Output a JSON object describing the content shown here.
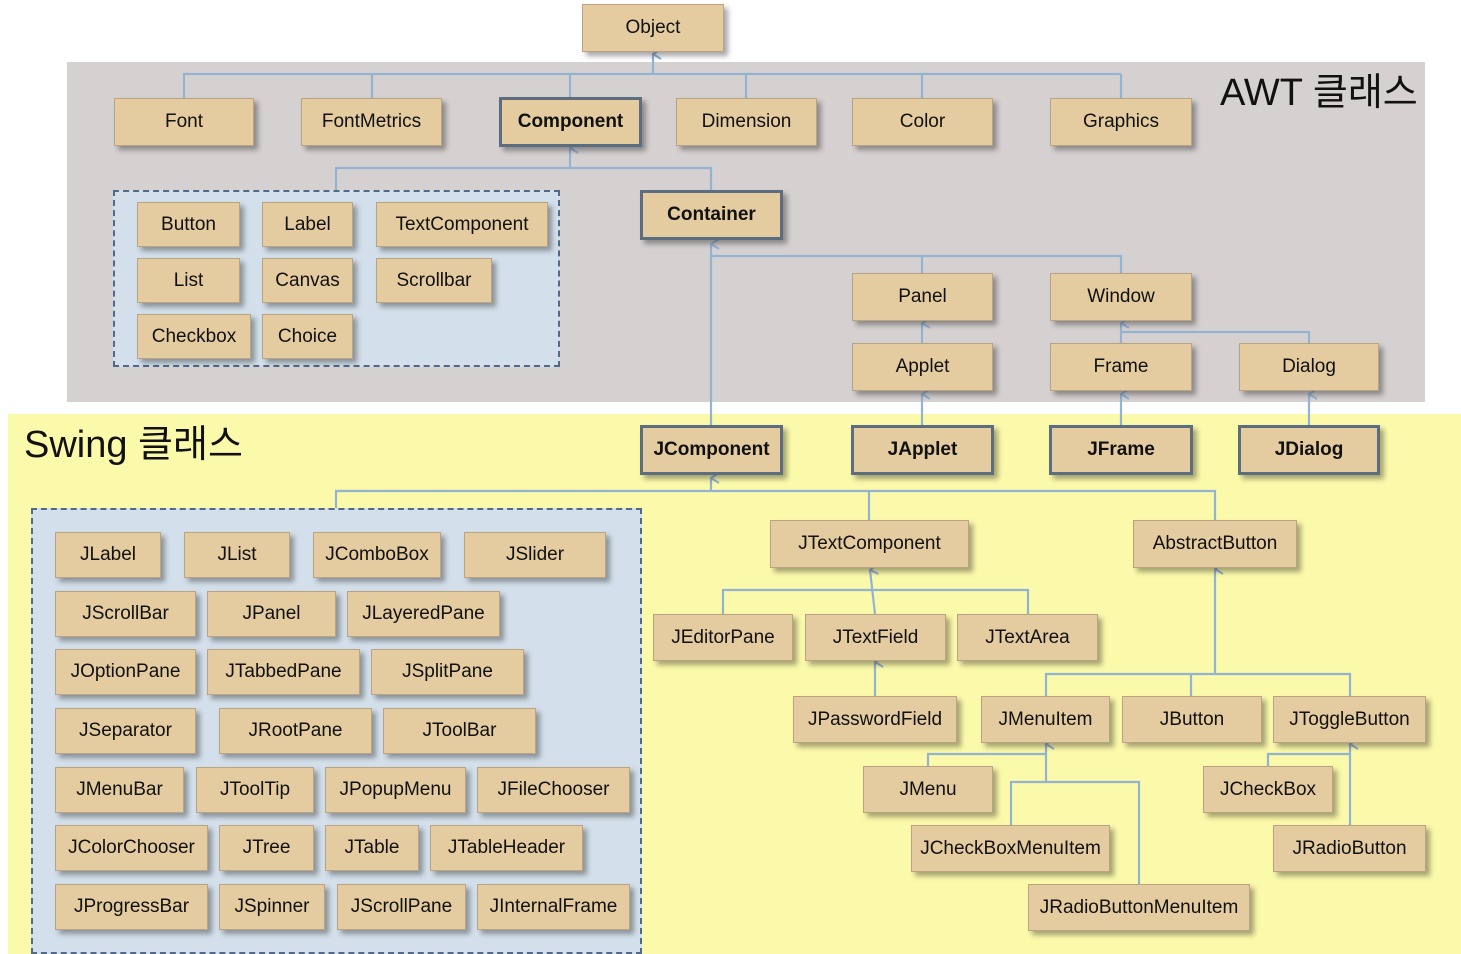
{
  "regions": {
    "awt_label": "AWT 클래스",
    "swing_label": "Swing 클래스"
  },
  "colors": {
    "box_fill": "#e4cca0",
    "box_border": "#b9a383",
    "bold_border": "#5d6d80",
    "awt_background": "#d6d1d1",
    "swing_background": "#fbf9aa",
    "group_background": "#d3dfea",
    "connector": "#93b3d3"
  },
  "nodes": [
    {
      "id": "object",
      "label": "Object"
    },
    {
      "id": "font",
      "label": "Font"
    },
    {
      "id": "fontmetrics",
      "label": "FontMetrics"
    },
    {
      "id": "component",
      "label": "Component",
      "emphasis": true
    },
    {
      "id": "dimension",
      "label": "Dimension"
    },
    {
      "id": "color",
      "label": "Color"
    },
    {
      "id": "graphics",
      "label": "Graphics"
    },
    {
      "id": "button",
      "label": "Button"
    },
    {
      "id": "label",
      "label": "Label"
    },
    {
      "id": "textcomponent",
      "label": "TextComponent"
    },
    {
      "id": "list",
      "label": "List"
    },
    {
      "id": "canvas",
      "label": "Canvas"
    },
    {
      "id": "scrollbar",
      "label": "Scrollbar"
    },
    {
      "id": "checkbox",
      "label": "Checkbox"
    },
    {
      "id": "choice",
      "label": "Choice"
    },
    {
      "id": "container",
      "label": "Container",
      "emphasis": true
    },
    {
      "id": "panel",
      "label": "Panel"
    },
    {
      "id": "window",
      "label": "Window"
    },
    {
      "id": "applet",
      "label": "Applet"
    },
    {
      "id": "frame",
      "label": "Frame"
    },
    {
      "id": "dialog",
      "label": "Dialog"
    },
    {
      "id": "jcomponent",
      "label": "JComponent",
      "emphasis": true
    },
    {
      "id": "japplet",
      "label": "JApplet",
      "emphasis": true
    },
    {
      "id": "jframe",
      "label": "JFrame",
      "emphasis": true
    },
    {
      "id": "jdialog",
      "label": "JDialog",
      "emphasis": true
    },
    {
      "id": "jlabel",
      "label": "JLabel"
    },
    {
      "id": "jlist",
      "label": "JList"
    },
    {
      "id": "jcombobox",
      "label": "JComboBox"
    },
    {
      "id": "jslider",
      "label": "JSlider"
    },
    {
      "id": "jscrollbar",
      "label": "JScrollBar"
    },
    {
      "id": "jpanel",
      "label": "JPanel"
    },
    {
      "id": "jlayeredpane",
      "label": "JLayeredPane"
    },
    {
      "id": "joptionpane",
      "label": "JOptionPane"
    },
    {
      "id": "jtabbedpane",
      "label": "JTabbedPane"
    },
    {
      "id": "jsplitpane",
      "label": "JSplitPane"
    },
    {
      "id": "jseparator",
      "label": "JSeparator"
    },
    {
      "id": "jrootpane",
      "label": "JRootPane"
    },
    {
      "id": "jtoolbar",
      "label": "JToolBar"
    },
    {
      "id": "jmenubar",
      "label": "JMenuBar"
    },
    {
      "id": "jtooltip",
      "label": "JToolTip"
    },
    {
      "id": "jpopupmenu",
      "label": "JPopupMenu"
    },
    {
      "id": "jfilechooser",
      "label": "JFileChooser"
    },
    {
      "id": "jcolorchooser",
      "label": "JColorChooser"
    },
    {
      "id": "jtree",
      "label": "JTree"
    },
    {
      "id": "jtable",
      "label": "JTable"
    },
    {
      "id": "jtableheader",
      "label": "JTableHeader"
    },
    {
      "id": "jprogressbar",
      "label": "JProgressBar"
    },
    {
      "id": "jspinner",
      "label": "JSpinner"
    },
    {
      "id": "jscrollpane",
      "label": "JScrollPane"
    },
    {
      "id": "jinternalframe",
      "label": "JInternalFrame"
    },
    {
      "id": "jtextcomponent",
      "label": "JTextComponent"
    },
    {
      "id": "abstractbutton",
      "label": "AbstractButton"
    },
    {
      "id": "jeditorpane",
      "label": "JEditorPane"
    },
    {
      "id": "jtextfield",
      "label": "JTextField"
    },
    {
      "id": "jtextarea",
      "label": "JTextArea"
    },
    {
      "id": "jpasswordfield",
      "label": "JPasswordField"
    },
    {
      "id": "jmenuitem",
      "label": "JMenuItem"
    },
    {
      "id": "jbutton",
      "label": "JButton"
    },
    {
      "id": "jtogglebutton",
      "label": "JToggleButton"
    },
    {
      "id": "jmenu",
      "label": "JMenu"
    },
    {
      "id": "jcheckbox",
      "label": "JCheckBox"
    },
    {
      "id": "jcheckboxmenuitem",
      "label": "JCheckBoxMenuItem"
    },
    {
      "id": "jradiobutton",
      "label": "JRadioButton"
    },
    {
      "id": "jradiobuttonmenuitem",
      "label": "JRadioButtonMenuItem"
    }
  ],
  "edges": [
    {
      "from": "font",
      "to": "object"
    },
    {
      "from": "fontmetrics",
      "to": "object"
    },
    {
      "from": "component",
      "to": "object"
    },
    {
      "from": "dimension",
      "to": "object"
    },
    {
      "from": "color",
      "to": "object"
    },
    {
      "from": "graphics",
      "to": "object"
    },
    {
      "from": "awt-component-group",
      "to": "component"
    },
    {
      "from": "container",
      "to": "component"
    },
    {
      "from": "jcomponent",
      "to": "container"
    },
    {
      "from": "panel",
      "to": "container"
    },
    {
      "from": "window",
      "to": "container"
    },
    {
      "from": "applet",
      "to": "panel"
    },
    {
      "from": "frame",
      "to": "window"
    },
    {
      "from": "dialog",
      "to": "window"
    },
    {
      "from": "japplet",
      "to": "applet"
    },
    {
      "from": "jframe",
      "to": "frame"
    },
    {
      "from": "jdialog",
      "to": "dialog"
    },
    {
      "from": "swing-component-group",
      "to": "jcomponent"
    },
    {
      "from": "jtextcomponent",
      "to": "jcomponent"
    },
    {
      "from": "abstractbutton",
      "to": "jcomponent"
    },
    {
      "from": "jeditorpane",
      "to": "jtextcomponent"
    },
    {
      "from": "jtextfield",
      "to": "jtextcomponent"
    },
    {
      "from": "jtextarea",
      "to": "jtextcomponent"
    },
    {
      "from": "jpasswordfield",
      "to": "jtextfield"
    },
    {
      "from": "jmenuitem",
      "to": "abstractbutton"
    },
    {
      "from": "jbutton",
      "to": "abstractbutton"
    },
    {
      "from": "jtogglebutton",
      "to": "abstractbutton"
    },
    {
      "from": "jmenu",
      "to": "jmenuitem"
    },
    {
      "from": "jcheckboxmenuitem",
      "to": "jmenuitem"
    },
    {
      "from": "jradiobuttonmenuitem",
      "to": "jmenuitem"
    },
    {
      "from": "jcheckbox",
      "to": "jtogglebutton"
    },
    {
      "from": "jradiobutton",
      "to": "jtogglebutton"
    }
  ]
}
